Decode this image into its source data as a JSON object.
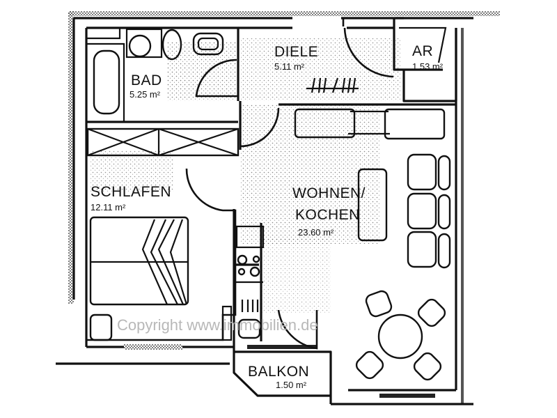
{
  "plan": {
    "title": "Grundriss Wohnung",
    "rooms": [
      {
        "name": "BAD",
        "area": "5.25 m²"
      },
      {
        "name": "DIELE",
        "area": "5.11 m²"
      },
      {
        "name": "AR",
        "area": "1.53 m²"
      },
      {
        "name": "SCHLAFEN",
        "area": "12.11 m²"
      },
      {
        "name": "WOHNEN/",
        "name2": "KOCHEN",
        "area": "23.60 m²"
      },
      {
        "name": "BALKON",
        "area": "1.50 m²"
      }
    ],
    "watermark": "Copyright www.immobilien.de"
  },
  "colors": {
    "ink": "#111111",
    "paper": "#ffffff",
    "watermark": "#b8b8b8"
  }
}
